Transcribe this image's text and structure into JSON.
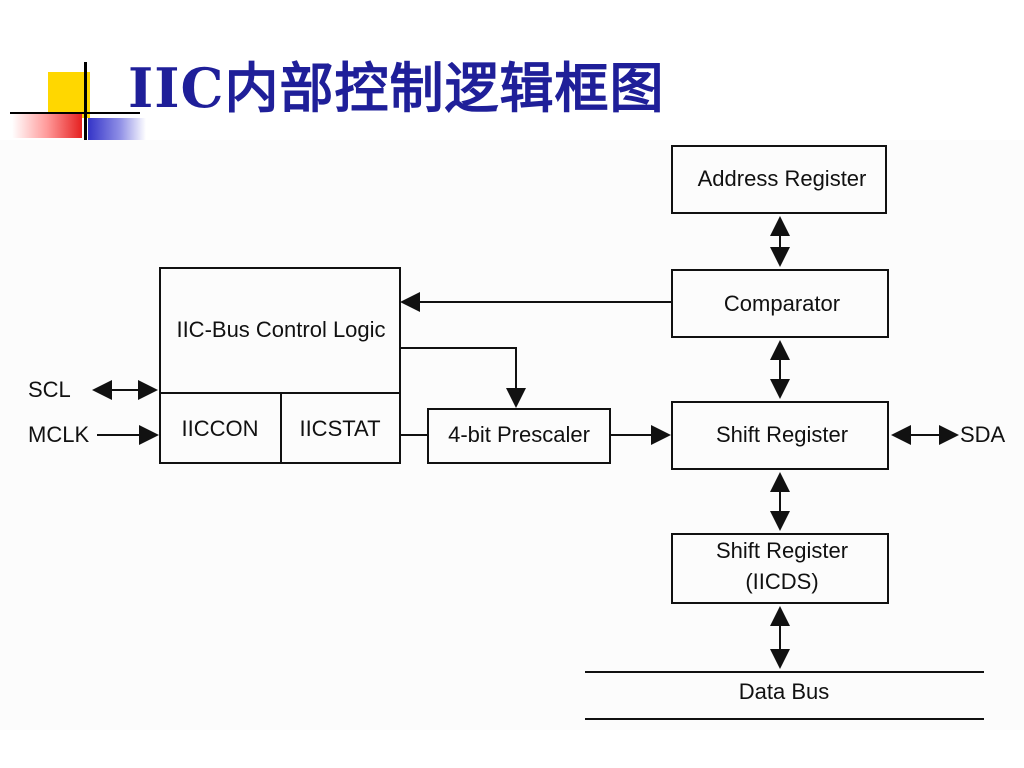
{
  "slide": {
    "title": "IIC内部控制逻辑框图"
  },
  "diagram": {
    "blocks": {
      "address_register": "Address Register",
      "comparator": "Comparator",
      "control_logic": "IIC-Bus Control Logic",
      "iiccon": "IICCON",
      "iicstat": "IICSTAT",
      "prescaler": "4-bit Prescaler",
      "shift_register": "Shift Register",
      "shift_register_iicds_line1": "Shift Register",
      "shift_register_iicds_line2": "(IICDS)",
      "data_bus": "Data Bus"
    },
    "signals": {
      "scl": "SCL",
      "mclk": "MCLK",
      "sda": "SDA"
    },
    "colors": {
      "title": "#1f1f99",
      "stroke": "#111111"
    }
  }
}
